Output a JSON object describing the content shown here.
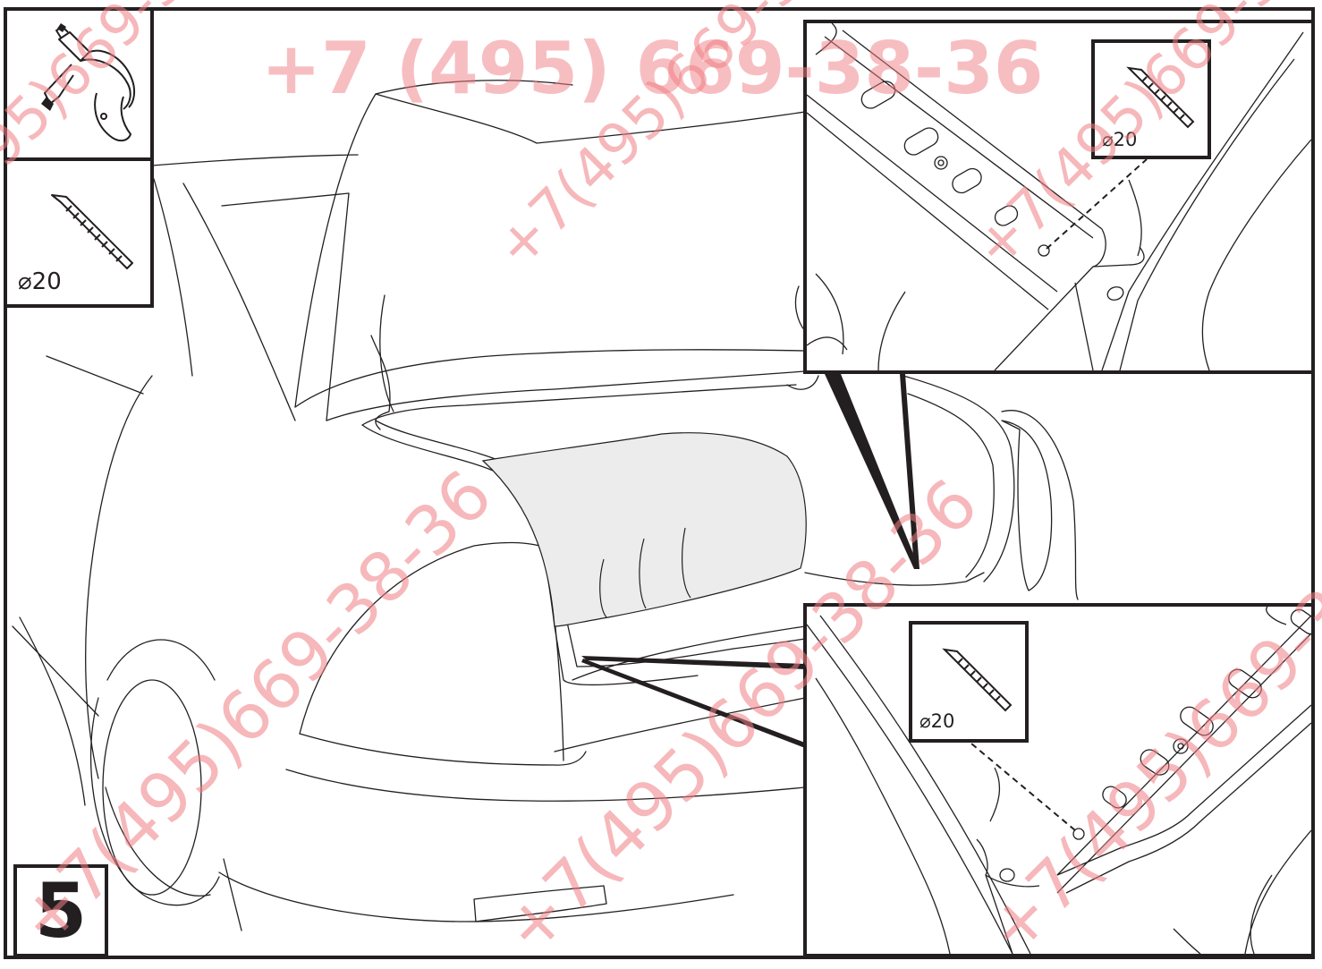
{
  "watermark": {
    "main": "+7 (495) 669-38-36",
    "diagonal": "+7(495)669-38-36"
  },
  "tools": {
    "drill_icon": "drill-icon",
    "drill_bit_icon": "drill-bit-icon",
    "drill_bit_label": "⌀20"
  },
  "callouts": {
    "upper": {
      "label": "⌀20"
    },
    "lower": {
      "label": "⌀20"
    }
  },
  "step": {
    "number": "5"
  },
  "colors": {
    "line": "#231f20",
    "watermark": "#f07f84",
    "trunk_fill": "#ececec"
  }
}
